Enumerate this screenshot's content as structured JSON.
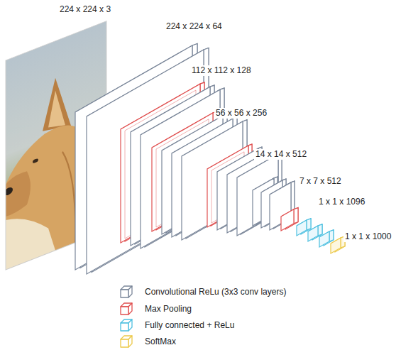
{
  "diagram": {
    "labels": [
      "224 x 224 x 3",
      "224 x 224 x 64",
      "112 x 112 x 128",
      "56 x 56 x 256",
      "14 x 14 x 512",
      "7 x 7 x 512",
      "1 x 1 x 1096",
      "1 x 1 x 1000"
    ],
    "legend": [
      {
        "text": "Convolutional ReLu  (3x3 conv layers)",
        "color": "#7a8699"
      },
      {
        "text": "Max Pooling",
        "color": "#e05050"
      },
      {
        "text": "Fully connected + ReLu",
        "color": "#4fc0e0"
      },
      {
        "text": "SoftMax",
        "color": "#ecc94a"
      }
    ]
  }
}
